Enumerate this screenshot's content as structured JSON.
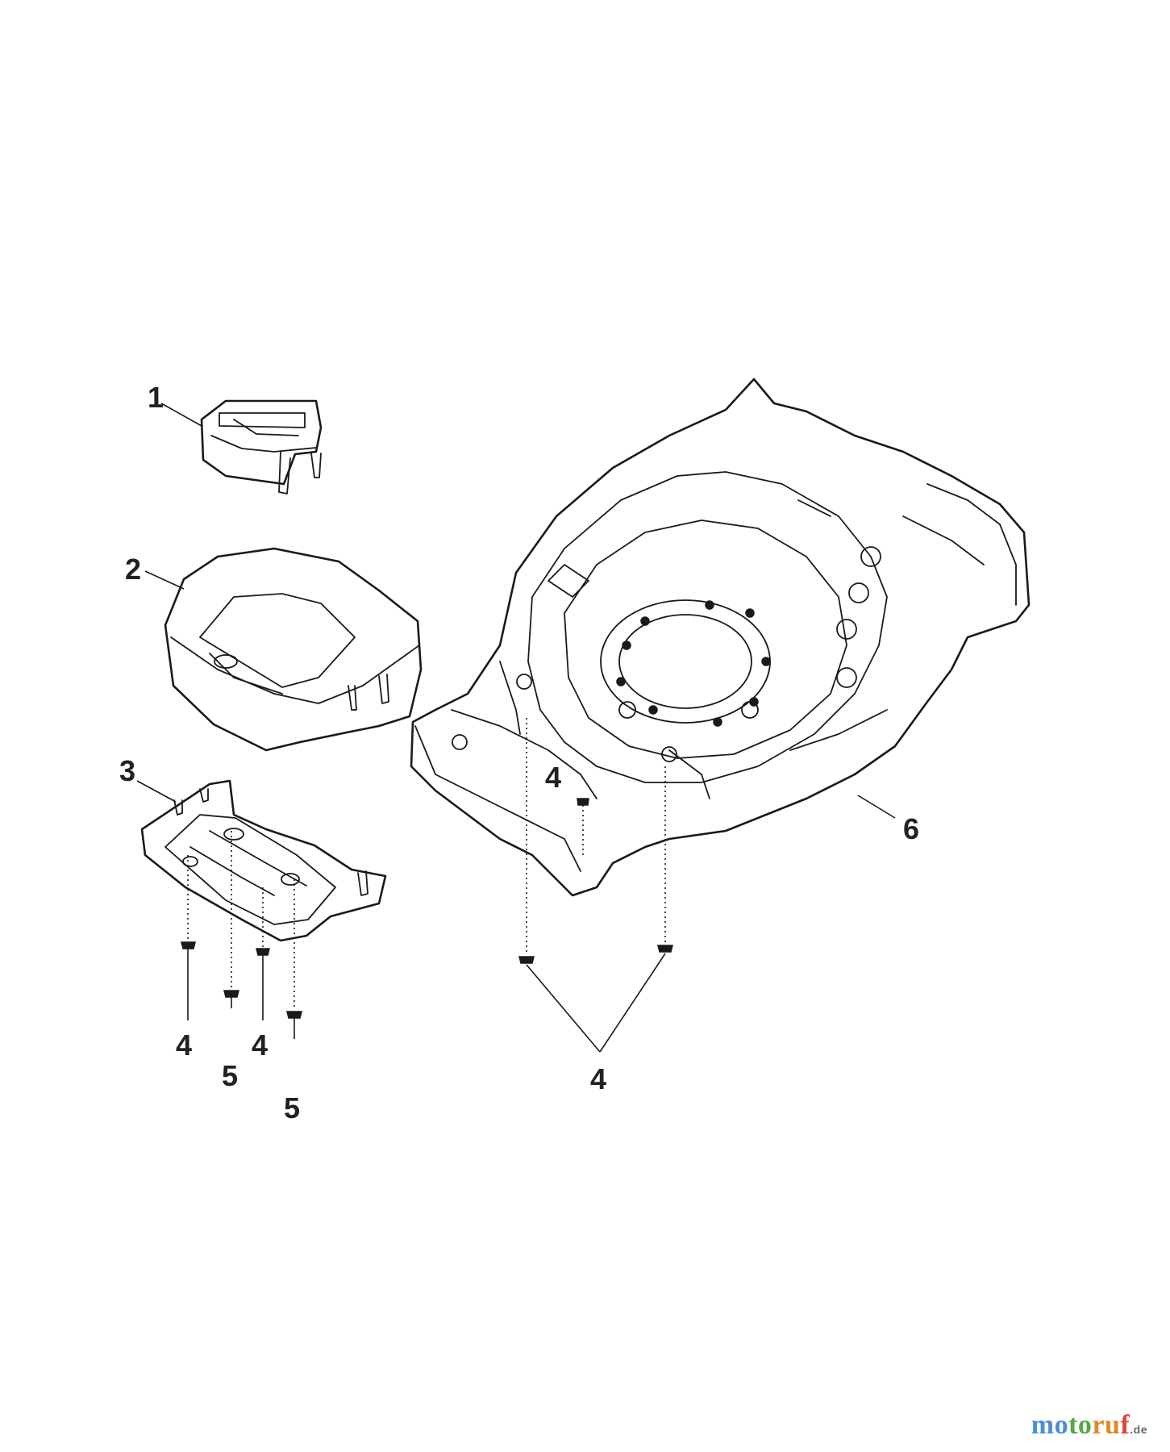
{
  "callouts": {
    "p1": "1",
    "p2": "2",
    "p3": "3",
    "p4a": "4",
    "p4b": "4",
    "p4c": "4",
    "p4d": "4",
    "p5a": "5",
    "p5b": "5",
    "p6": "6"
  },
  "watermark": {
    "brand": "motoruf",
    "suffix": ".de"
  }
}
